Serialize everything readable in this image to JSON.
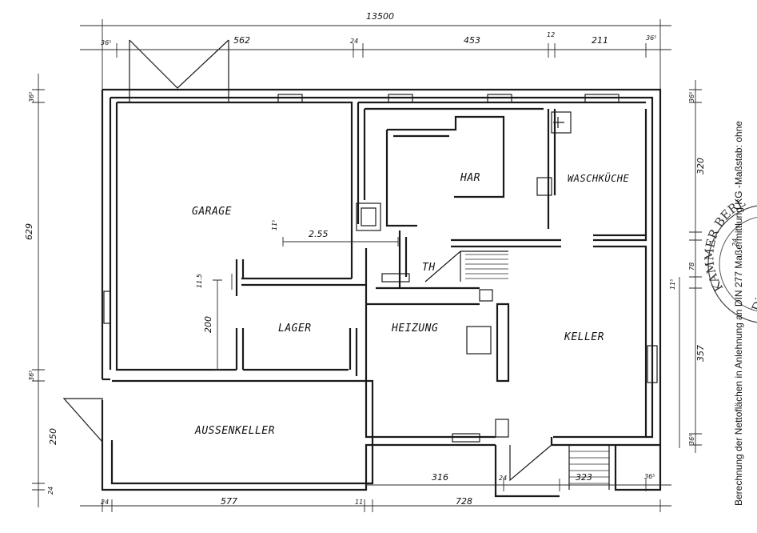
{
  "rooms": {
    "garage": "GARAGE",
    "har": "HAR",
    "waschkueche": "WASCHKÜCHE",
    "th": "TH",
    "lager": "LAGER",
    "heizung": "HEIZUNG",
    "keller": "KELLER",
    "aussenkeller": "AUSSENKELLER"
  },
  "dimensions": {
    "overall_width": "13500",
    "top_left": "36⁵",
    "garage_door": "562",
    "top_24": "24",
    "top_453": "453",
    "top_12": "12",
    "top_211": "211",
    "top_right": "36⁵",
    "left_total": "629",
    "left_top": "36⁵",
    "left_mid": "36⁵",
    "left_250": "250",
    "left_bottom": "24",
    "bottom_24": "24",
    "bottom_577": "577",
    "bottom_11": "11",
    "bottom_728": "728",
    "bottom_316": "316",
    "bottom_24b": "24",
    "bottom_323": "323",
    "bottom_right": "36⁵",
    "inner_255": "2.55",
    "inner_115a": "11⁵",
    "inner_115b": "11.5",
    "inner_200": "200",
    "right_top": "36⁵",
    "right_320": "320",
    "right_24": "24",
    "right_78": "78",
    "right_115": "11⁵",
    "right_357": "357",
    "right_bottom": "36⁵"
  },
  "side_note": "Berechnung der Nettoflächen in Anlehnung an DIN 277   Maßermittlung KG -Maßstab: ohne",
  "stamp": {
    "ring_text": "KAMMER BERL",
    "inner_text": "Dipl.-Ing. (FH)"
  }
}
